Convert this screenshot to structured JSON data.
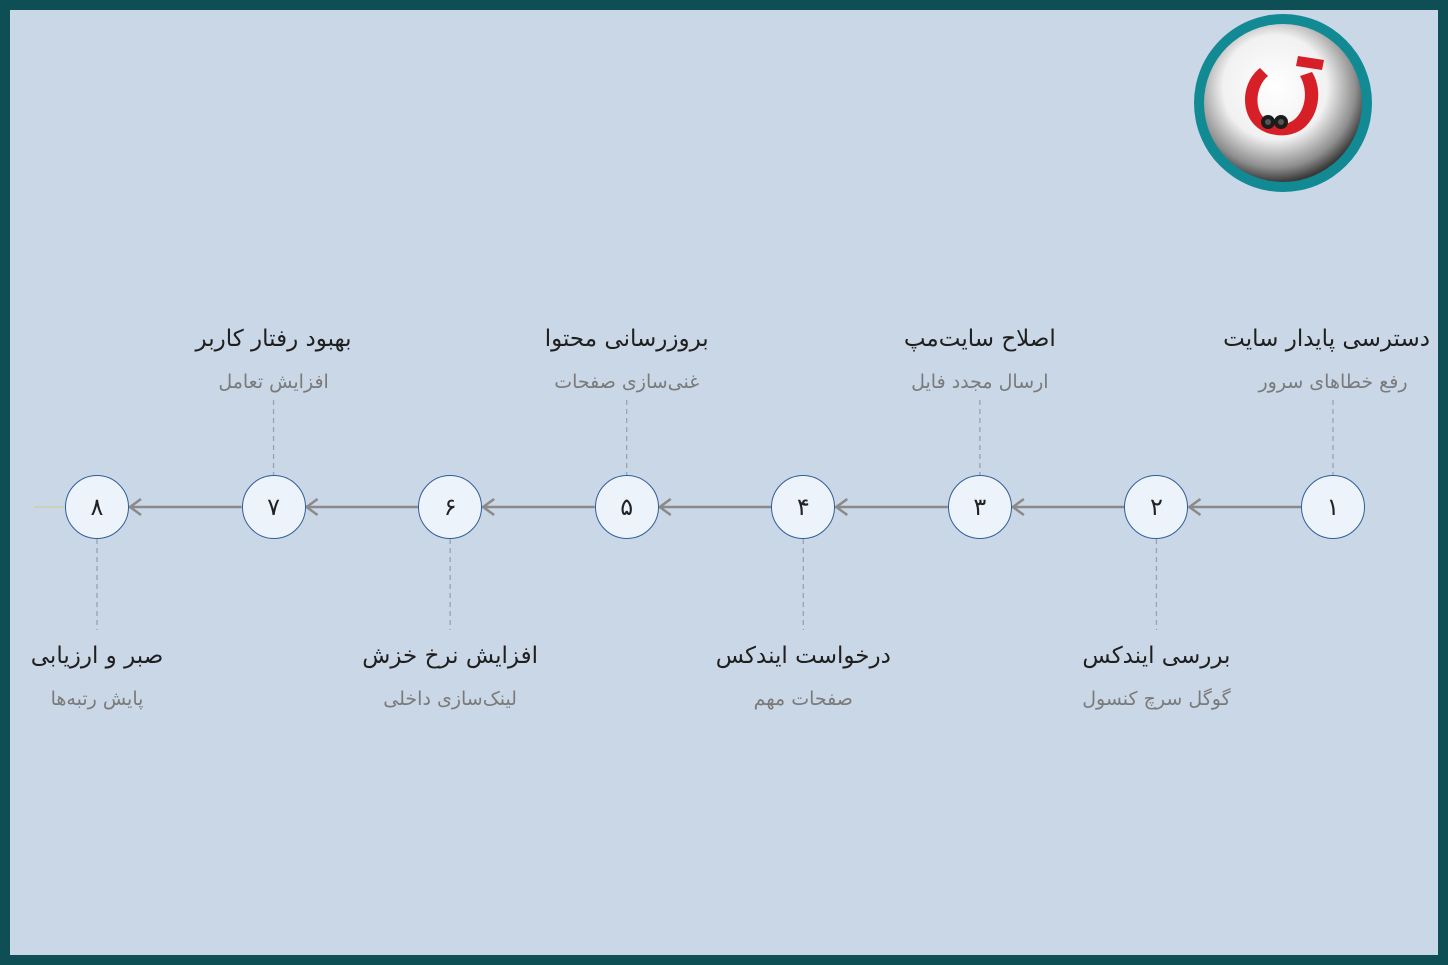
{
  "logo": {
    "icon": "red-u-logo-icon",
    "colors": {
      "ring": "#128a94",
      "brand_red": "#d61f26",
      "dark": "#1c1c1c"
    }
  },
  "timeline": {
    "direction": "right-to-left",
    "line_color": "#8a8a8a",
    "node_border": "#2f5e9a",
    "steps": [
      {
        "number": "۱",
        "title": "دسترسی پایدار سایت",
        "subtitle": "رفع خطاهای سرور",
        "label_position": "above"
      },
      {
        "number": "۲",
        "title": "بررسی ایندکس",
        "subtitle": "گوگل سرچ کنسول",
        "label_position": "below"
      },
      {
        "number": "۳",
        "title": "اصلاح سایت‌مپ",
        "subtitle": "ارسال مجدد فایل",
        "label_position": "above"
      },
      {
        "number": "۴",
        "title": "درخواست ایندکس",
        "subtitle": "صفحات مهم",
        "label_position": "below"
      },
      {
        "number": "۵",
        "title": "بروزرسانی محتوا",
        "subtitle": "غنی‌سازی صفحات",
        "label_position": "above"
      },
      {
        "number": "۶",
        "title": "افزایش نرخ خزش",
        "subtitle": "لینک‌سازی داخلی",
        "label_position": "below"
      },
      {
        "number": "۷",
        "title": "بهبود رفتار کاربر",
        "subtitle": "افزایش تعامل",
        "label_position": "above"
      },
      {
        "number": "۸",
        "title": "صبر و ارزیابی",
        "subtitle": "پایش رتبه‌ها",
        "label_position": "below"
      }
    ]
  }
}
